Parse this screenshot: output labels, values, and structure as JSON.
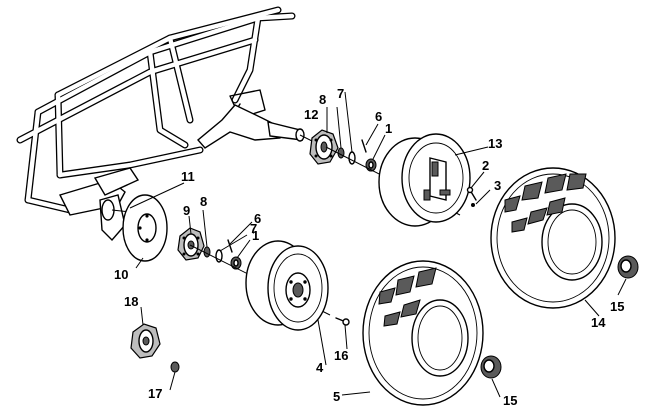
{
  "callouts": {
    "c1a": "1",
    "c1b": "1",
    "c2": "2",
    "c3": "3",
    "c4": "4",
    "c5": "5",
    "c6a": "6",
    "c6b": "6",
    "c7a": "7",
    "c7b": "7",
    "c8a": "8",
    "c8b": "8",
    "c9": "9",
    "c10": "10",
    "c11": "11",
    "c12": "12",
    "c13": "13",
    "c14": "14",
    "c15a": "15",
    "c15b": "15",
    "c16": "16",
    "c17": "17",
    "c18": "18"
  }
}
